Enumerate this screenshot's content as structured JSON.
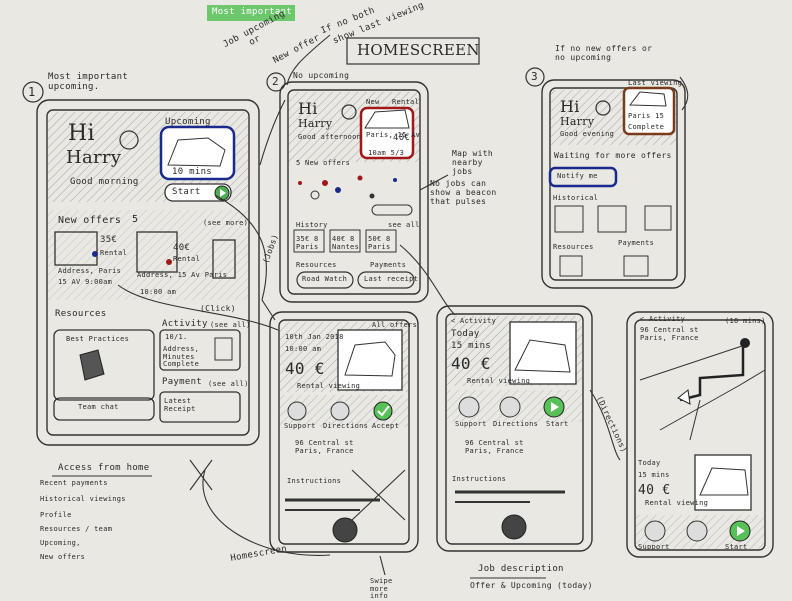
{
  "header": {
    "most_important": "Most important",
    "job_upcoming": "Job upcoming",
    "or": "or",
    "new_offer": "New offer",
    "if_no_both": "If no both",
    "show_last_viewing": "show last viewing",
    "title": "HOMESCREEN"
  },
  "screen1": {
    "number": "1",
    "note": "Most important upcoming.",
    "hi": "Hi",
    "name": "Harry",
    "greeting": "Good morning",
    "upcoming_label": "Upcoming",
    "upcoming_time": "10 mins",
    "start_button": "Start",
    "new_offers_label": "New offers",
    "new_offers_count": "5",
    "see_more": "(see more)",
    "offer1_price": "35€",
    "offer1_type": "Rental",
    "offer1_address": "Address, Paris",
    "offer1_time": "15 AV 9:00am",
    "offer2_price": "40€",
    "offer2_type": "Rental",
    "offer2_address": "Address, 15 Av Paris",
    "offer2_time": "10:00 am",
    "resources_label": "Resources",
    "best_practices": "Best Practices",
    "team_chat": "Team chat",
    "activity_label": "Activity",
    "activity_see_all": "(see all)",
    "activity_item": "Address, Minutes Complete",
    "activity_date": "10/1.",
    "payment_label": "Payment",
    "payment_see_all": "(see all)",
    "latest_receipt": "Latest Receipt"
  },
  "screen2": {
    "number": "2",
    "note": "No upcoming",
    "hi": "Hi",
    "name": "Harry",
    "greeting": "Good afternoon",
    "new_label": "New",
    "new_tag": "Rental",
    "new_address": "Paris, 15 Av",
    "new_price": "40€",
    "new_time": "10am 5/3",
    "offers_count": "5 New offers",
    "history_label": "History",
    "history_see_all": "see all",
    "h1": "35€ 8 Paris",
    "h2": "40€ 8 Nantes",
    "h3": "50€ 8 Paris",
    "resources_label": "Resources",
    "payments_label": "Payments",
    "road_watch": "Road Watch",
    "last_receipt": "Last receipt"
  },
  "screen3": {
    "number": "3",
    "note": "If no new offers or no upcoming",
    "hi": "Hi",
    "name": "Harry",
    "greeting": "Good evening",
    "last_viewing": "Last viewing",
    "paris_tag": "Paris 15",
    "complete": "Complete",
    "waiting": "Waiting for more offers",
    "notify": "Notify me",
    "historical": "Historical",
    "resources": "Resources",
    "payments": "Payments"
  },
  "annotations": {
    "map": "Map with nearby jobs",
    "no_jobs": "No jobs can show a beacon that pulses",
    "click": "(Click)",
    "jobs": "(Jobs)",
    "directions": "(Directions)",
    "homescreen": "Homescreen",
    "swipe": "Swipe more info",
    "job_desc_title": "Job description",
    "job_desc_sub": "Offer & Upcoming (today)"
  },
  "access": {
    "title": "Access from home",
    "items": [
      "Recent payments",
      "Historical viewings",
      "Profile",
      "Resources / team",
      "Upcoming,",
      "New offers"
    ]
  },
  "offer": {
    "date": "10th Jan 2018",
    "time": "10:00 am",
    "price": "40 €",
    "all_offers": "All offers",
    "type": "Rental viewing",
    "support": "Support",
    "directions": "Directions",
    "accept": "Accept",
    "address": "96 Central st Paris, France",
    "instructions": "Instructions"
  },
  "today": {
    "back": "< Activity",
    "today": "Today",
    "mins": "15 mins",
    "price": "40 €",
    "type": "Rental viewing",
    "support": "Support",
    "directions": "Directions",
    "start": "Start",
    "address": "96 Central st Paris, France",
    "instructions": "Instructions"
  },
  "map": {
    "back": "< Activity",
    "address": "96 Central st Paris, France",
    "mins": "(10 mins)",
    "today": "Today",
    "time": "15 mins",
    "price": "40 €",
    "type": "Rental viewing",
    "support": "Support",
    "start": "Start"
  },
  "colors": {
    "paper": "#e9e8e3",
    "ink": "#2a2a2a",
    "green": "#4caf50",
    "blue": "#1a2a8c",
    "red": "#a01818",
    "brown": "#7a3b1a",
    "highlight": "#57c157"
  }
}
